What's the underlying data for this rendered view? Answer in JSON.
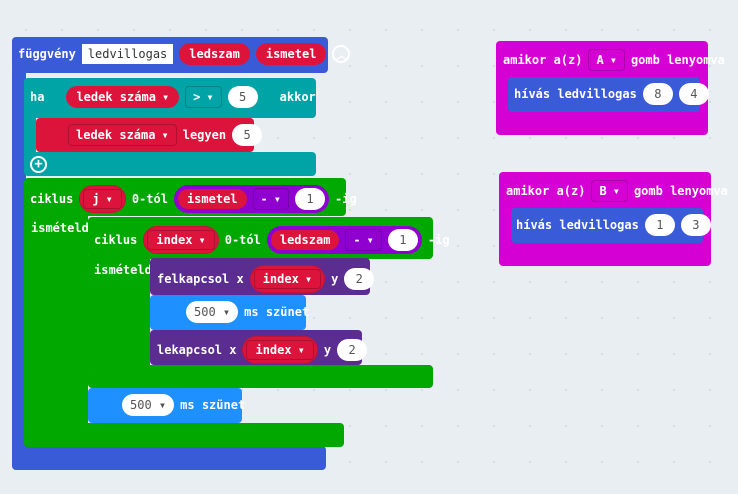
{
  "function": {
    "keyword": "függvény",
    "name": "ledvillogas",
    "params": [
      "ledszam",
      "ismetel"
    ],
    "collapse_icon": "chevron-up-circle-icon"
  },
  "if_block": {
    "keyword": "ha",
    "var": "ledek száma",
    "op": ">",
    "value": "5",
    "then": "akkor"
  },
  "set_block": {
    "var": "ledek száma",
    "keyword": "legyen",
    "value": "5"
  },
  "outer_loop": {
    "keyword": "ciklus",
    "var": "j",
    "from": "0-tól",
    "param": "ismetel",
    "op": "-",
    "value": "1",
    "to": "-ig",
    "do": "ismételd"
  },
  "inner_loop": {
    "keyword": "ciklus",
    "var": "index",
    "from": "0-tól",
    "param": "ledszam",
    "op": "-",
    "value": "1",
    "to": "-ig",
    "do": "ismételd"
  },
  "plot": {
    "keyword": "felkapcsol x",
    "var": "index",
    "y_label": "y",
    "y": "2"
  },
  "pause1": {
    "value": "500",
    "label": "ms szünet"
  },
  "unplot": {
    "keyword": "lekapcsol x",
    "var": "index",
    "y_label": "y",
    "y": "2"
  },
  "pause2": {
    "value": "500",
    "label": "ms szünet"
  },
  "event_a": {
    "prefix": "amikor a(z)",
    "button": "A",
    "suffix": "gomb lenyomva",
    "call": "hívás ledvillogas",
    "args": [
      "8",
      "4"
    ]
  },
  "event_b": {
    "prefix": "amikor a(z)",
    "button": "B",
    "suffix": "gomb lenyomva",
    "call": "hívás ledvillogas",
    "args": [
      "1",
      "3"
    ]
  }
}
